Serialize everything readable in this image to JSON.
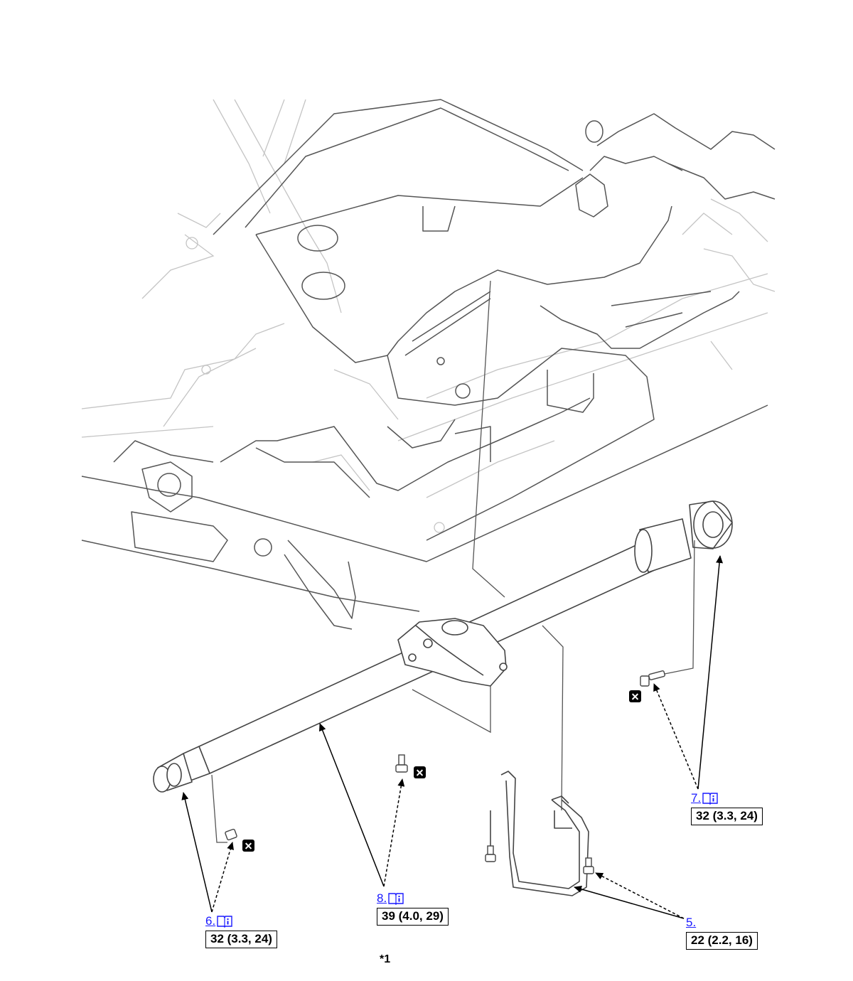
{
  "callouts": [
    {
      "step": "6.",
      "torque": "32 (3.3, 24)"
    },
    {
      "step": "8.",
      "torque": "39 (4.0, 29)"
    },
    {
      "step": "7.",
      "torque": "32 (3.3, 24)"
    },
    {
      "step": "5.",
      "torque": "22 (2.2, 16)"
    }
  ],
  "footnote": "*1",
  "icons": {
    "step_link": "info-book-icon",
    "replace_part": "replace-part-icon"
  },
  "colors": {
    "link": "#1a1aff",
    "line": "#000000",
    "faint": "#bdbdbd"
  }
}
